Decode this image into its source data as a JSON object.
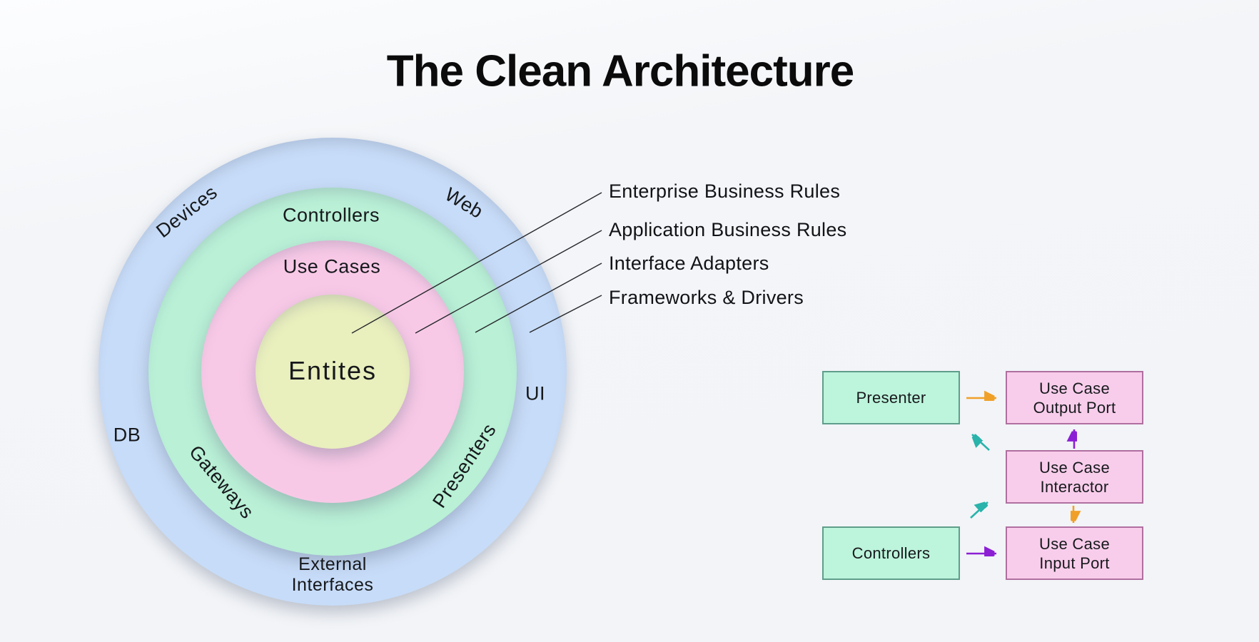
{
  "title": "The Clean Architecture",
  "rings": {
    "layers": [
      {
        "name": "frameworks-drivers",
        "legend_label": "Frameworks & Drivers",
        "color": "#c7dcf8"
      },
      {
        "name": "interface-adapters",
        "legend_label": "Interface Adapters",
        "color": "#b9f0d6"
      },
      {
        "name": "application-business-rules",
        "legend_label": "Application Business Rules",
        "color": "#f8c9e7"
      },
      {
        "name": "enterprise-business-rules",
        "legend_label": "Enterprise Business Rules",
        "color": "#e9efbd"
      }
    ],
    "labels": {
      "devices": "Devices",
      "web": "Web",
      "controllers": "Controllers",
      "use_cases": "Use Cases",
      "entities": "Entites",
      "db": "DB",
      "ui": "UI",
      "gateways": "Gateways",
      "presenters": "Presenters",
      "external_interfaces": "External\nInterfaces"
    }
  },
  "legend": {
    "items": [
      "Enterprise Business Rules",
      "Application Business Rules",
      "Interface Adapters",
      "Frameworks & Drivers"
    ]
  },
  "flow": {
    "boxes": {
      "presenter": "Presenter",
      "controllers": "Controllers",
      "output_port": "Use Case\nOutput Port",
      "interactor": "Use Case\nInteractor",
      "input_port": "Use Case\nInput Port"
    },
    "arrow_colors": {
      "orange": "#f0a028",
      "purple": "#8c1fd4",
      "teal": "#29b3ab"
    }
  },
  "colors": {
    "background": "#f3f5f8",
    "ring_blue": "#c7dcf8",
    "ring_green": "#b9f0d6",
    "ring_pink": "#f8c9e7",
    "ring_yellow": "#e9efbd",
    "box_green_fill": "#bdf4dc",
    "box_green_border": "#5f9e8a",
    "box_pink_fill": "#f8cdeb",
    "box_pink_border": "#b06fa0",
    "text": "#16181b"
  }
}
